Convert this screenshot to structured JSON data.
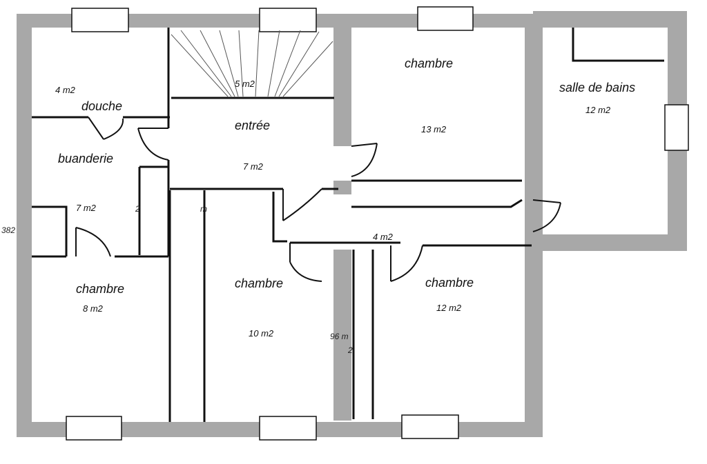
{
  "rooms": {
    "douche": {
      "name": "douche",
      "area": "4 m2"
    },
    "stairs": {
      "area": "5 m2"
    },
    "entree": {
      "name": "entrée",
      "area": "7 m2"
    },
    "chambre_ne": {
      "name": "chambre",
      "area": "13 m2"
    },
    "salle_de_bains": {
      "name": "salle de bains",
      "area": "12 m2"
    },
    "buanderie": {
      "name": "buanderie",
      "area": "7 m2"
    },
    "couloir": {
      "area": "4 m2"
    },
    "chambre_sw": {
      "name": "chambre",
      "area": "8 m2"
    },
    "chambre_s": {
      "name": "chambre",
      "area": "10 m2"
    },
    "chambre_se": {
      "name": "chambre",
      "area": "12 m2"
    }
  },
  "fragments": {
    "left_edge": "382",
    "closet_2": "2",
    "closet_m": "m",
    "wall_96m": "96 m",
    "wall_2": "2"
  },
  "colors": {
    "wall": "#a8a8a8",
    "line": "#111111",
    "background": "#ffffff"
  }
}
